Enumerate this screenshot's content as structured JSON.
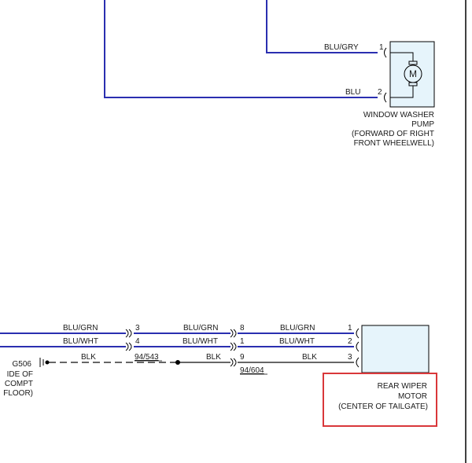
{
  "colors": {
    "blue_wire": "#2a2fb0",
    "black_wire": "#333333",
    "component_fill": "#e6f4fb",
    "highlight": "#d9373a"
  },
  "window_washer_pump": {
    "wire1_color": "BLU/GRY",
    "wire1_pin": "1",
    "wire2_color": "BLU",
    "wire2_pin": "2",
    "motor_symbol": "M",
    "label_lines": [
      "WINDOW WASHER",
      "PUMP",
      "(FORWARD OF RIGHT",
      "FRONT WHEELWELL)"
    ]
  },
  "rear_wiper_circuit": {
    "segment1": [
      {
        "color": "BLU/GRN",
        "pin": "3"
      },
      {
        "color": "BLU/WHT",
        "pin": "4"
      },
      {
        "color": "BLK",
        "pin": ""
      }
    ],
    "segment2": [
      {
        "color": "BLU/GRN",
        "pin": "8"
      },
      {
        "color": "BLU/WHT",
        "pin": "1"
      },
      {
        "color": "BLK",
        "pin": "9"
      }
    ],
    "segment3": [
      {
        "color": "BLU/GRN",
        "pin": "1"
      },
      {
        "color": "BLU/WHT",
        "pin": "2"
      },
      {
        "color": "BLK",
        "pin": "3"
      }
    ],
    "connector_ref_1": "94/543",
    "connector_ref_2": "94/604"
  },
  "ground": {
    "name": "G506",
    "label_lines": [
      "IDE OF",
      "COMPT",
      "FLOOR)"
    ]
  },
  "rear_wiper_motor": {
    "label_lines": [
      "REAR WIPER",
      "MOTOR",
      "(CENTER OF TAILGATE)"
    ]
  }
}
